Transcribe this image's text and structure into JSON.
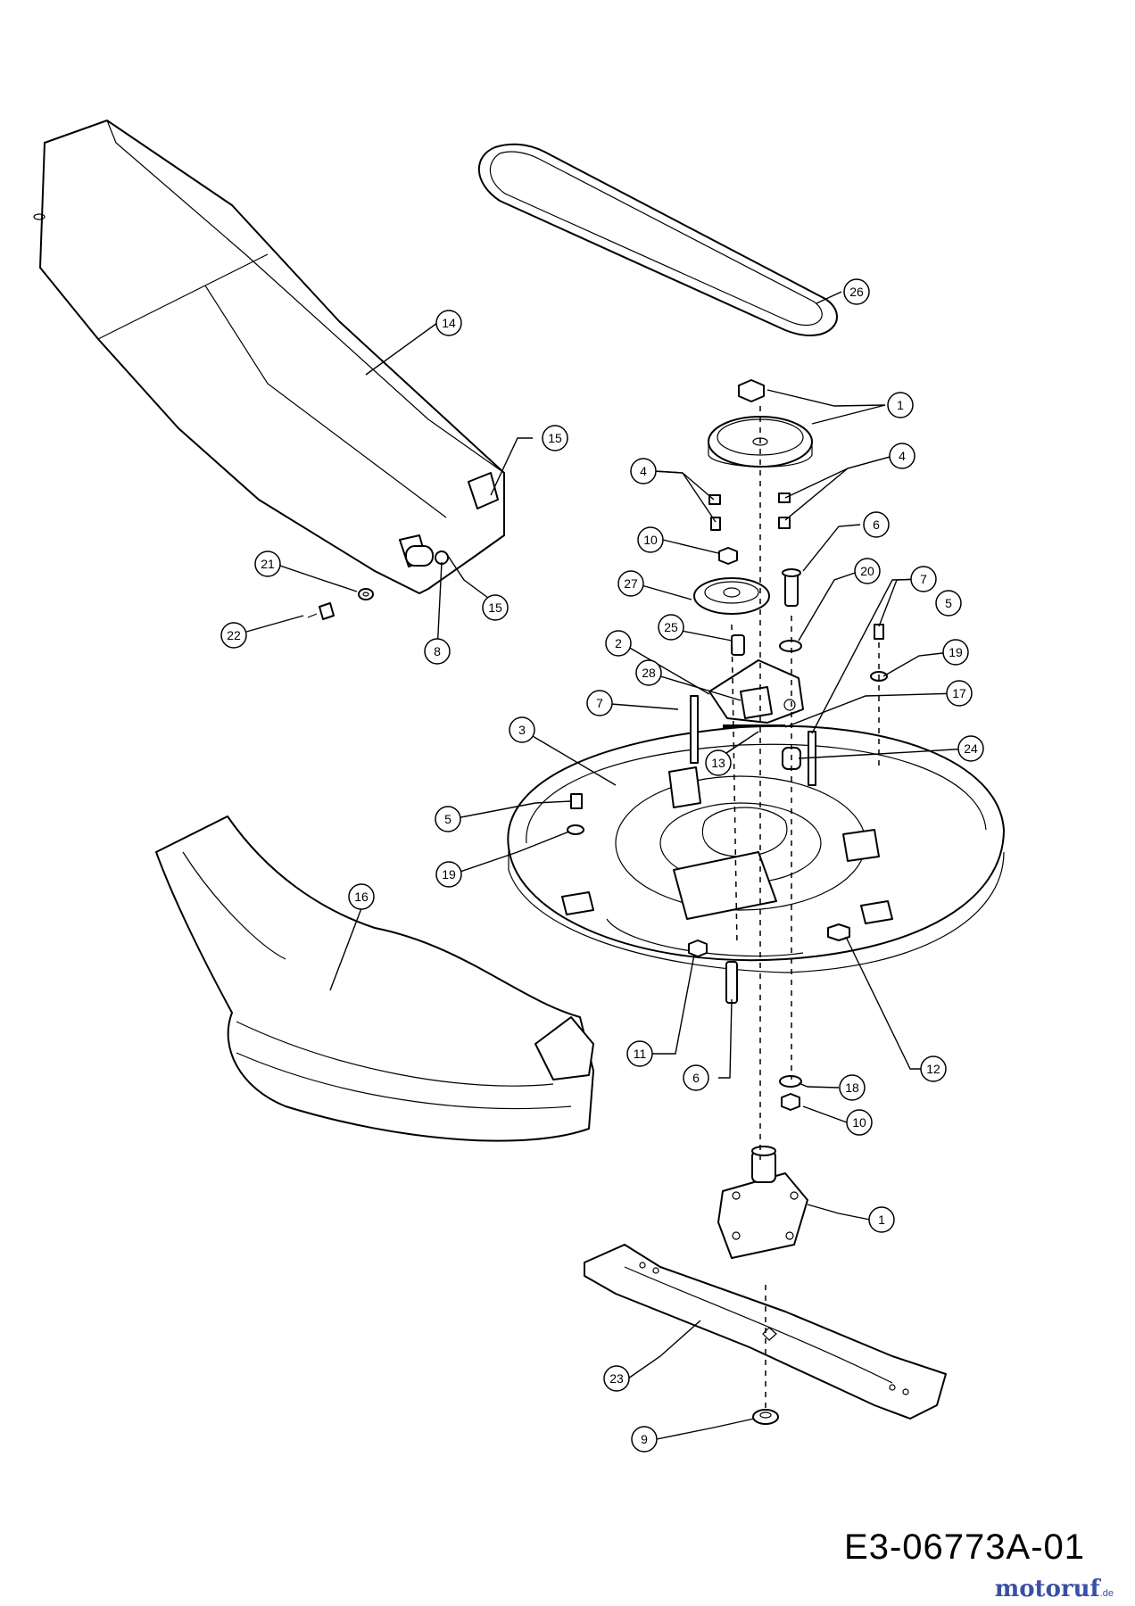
{
  "diagram": {
    "drawing_code": "E3-06773A-01",
    "brand": {
      "name": "motoruf",
      "tld": ".de"
    },
    "callouts": [
      {
        "id": "c-26",
        "label": "26"
      },
      {
        "id": "c-14",
        "label": "14"
      },
      {
        "id": "c-1a",
        "label": "1"
      },
      {
        "id": "c-15a",
        "label": "15"
      },
      {
        "id": "c-4a",
        "label": "4"
      },
      {
        "id": "c-4b",
        "label": "4"
      },
      {
        "id": "c-6a",
        "label": "6"
      },
      {
        "id": "c-10a",
        "label": "10"
      },
      {
        "id": "c-21",
        "label": "21"
      },
      {
        "id": "c-27",
        "label": "27"
      },
      {
        "id": "c-20",
        "label": "20"
      },
      {
        "id": "c-7a",
        "label": "7"
      },
      {
        "id": "c-5a",
        "label": "5"
      },
      {
        "id": "c-15b",
        "label": "15"
      },
      {
        "id": "c-22",
        "label": "22"
      },
      {
        "id": "c-25",
        "label": "25"
      },
      {
        "id": "c-8",
        "label": "8"
      },
      {
        "id": "c-2",
        "label": "2"
      },
      {
        "id": "c-19a",
        "label": "19"
      },
      {
        "id": "c-28",
        "label": "28"
      },
      {
        "id": "c-17",
        "label": "17"
      },
      {
        "id": "c-7b",
        "label": "7"
      },
      {
        "id": "c-3",
        "label": "3"
      },
      {
        "id": "c-24",
        "label": "24"
      },
      {
        "id": "c-13",
        "label": "13"
      },
      {
        "id": "c-5b",
        "label": "5"
      },
      {
        "id": "c-19b",
        "label": "19"
      },
      {
        "id": "c-16",
        "label": "16"
      },
      {
        "id": "c-11",
        "label": "11"
      },
      {
        "id": "c-12",
        "label": "12"
      },
      {
        "id": "c-6b",
        "label": "6"
      },
      {
        "id": "c-18",
        "label": "18"
      },
      {
        "id": "c-10b",
        "label": "10"
      },
      {
        "id": "c-1b",
        "label": "1"
      },
      {
        "id": "c-23",
        "label": "23"
      },
      {
        "id": "c-9",
        "label": "9"
      }
    ]
  }
}
